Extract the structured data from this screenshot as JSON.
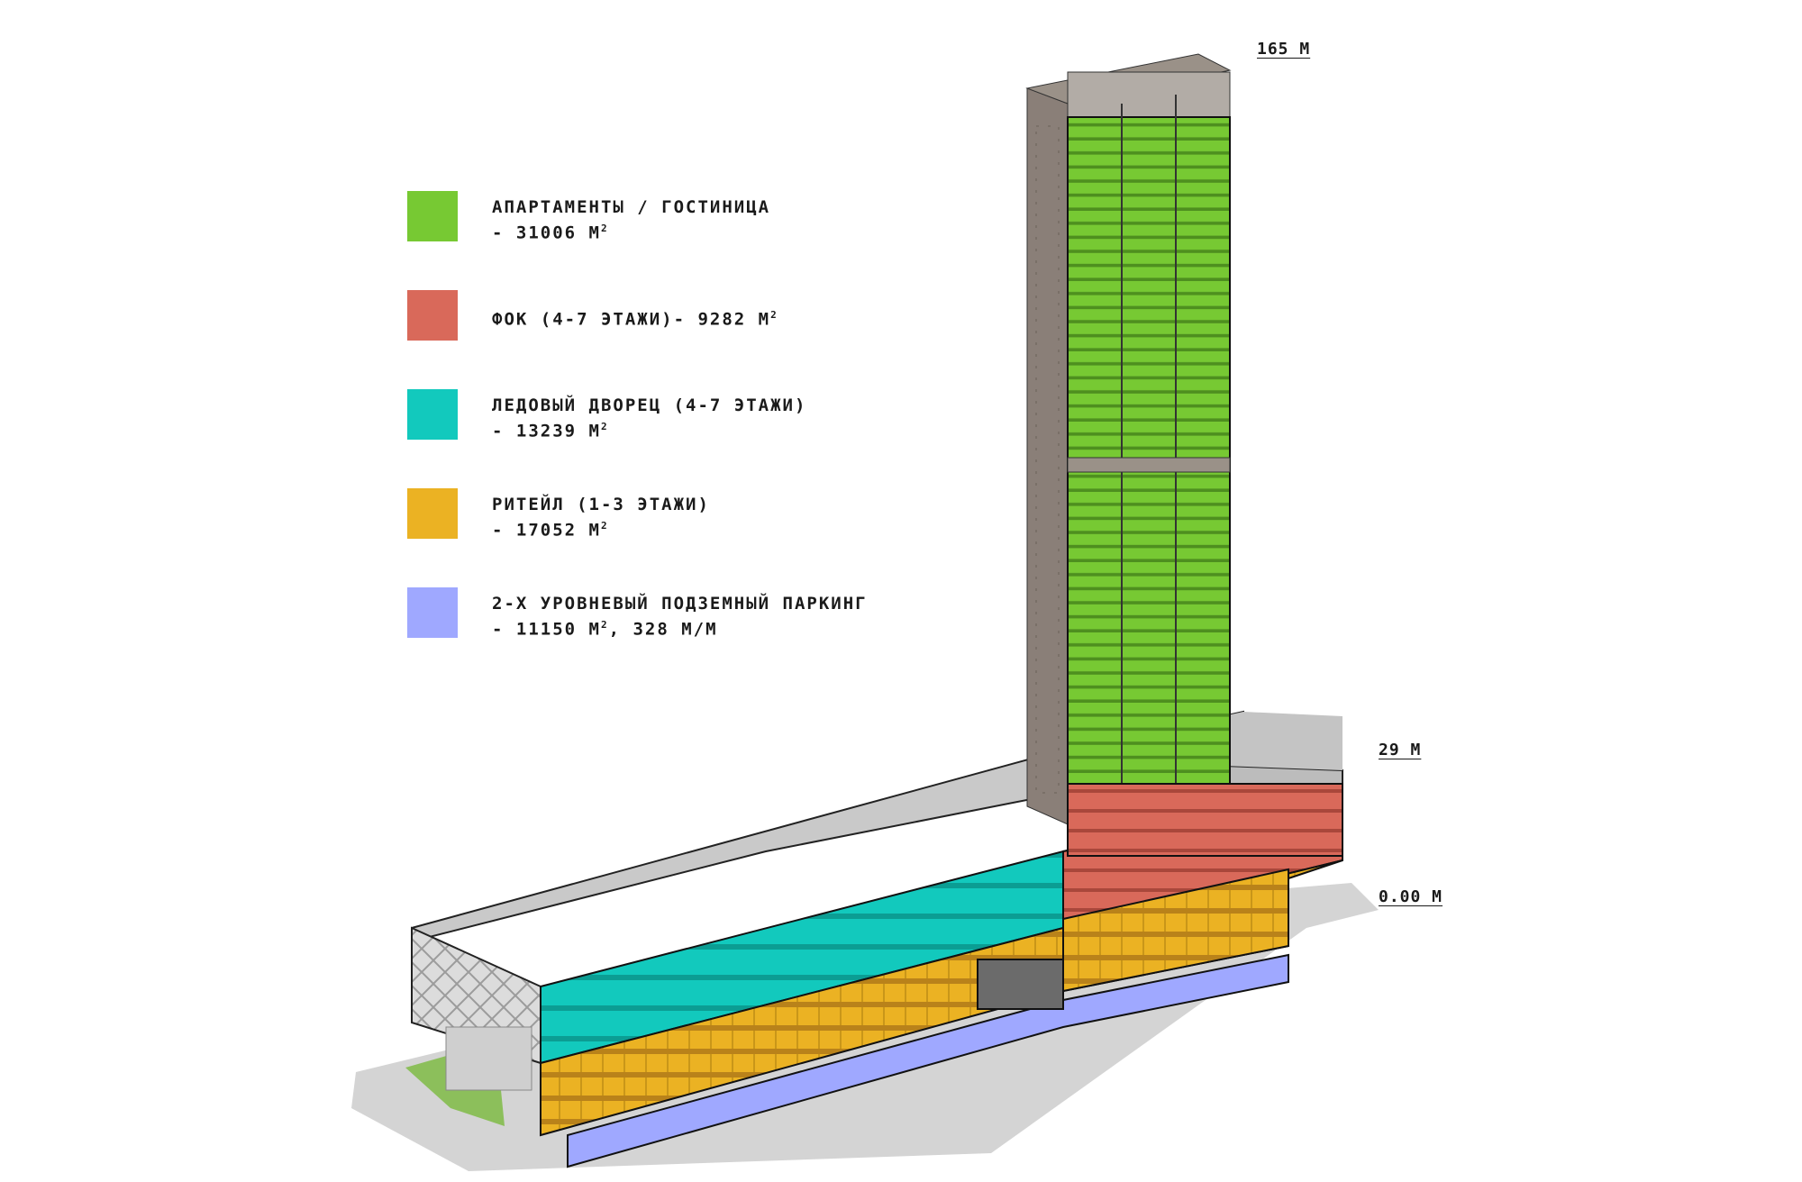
{
  "legend": [
    {
      "line1": "АПАРТАМЕНТЫ / ГОСТИНИЦА",
      "line2": "- 31006 М",
      "sup": "2",
      "line2_after": "",
      "color": "#77c933"
    },
    {
      "line1": "ФОК (4-7 ЭТАЖИ)- 9282 М",
      "line1_sup": "2",
      "color": "#d9695a"
    },
    {
      "line1": "ЛЕДОВЫЙ ДВОРЕЦ (4-7 ЭТАЖИ)",
      "line2": "- 13239 М",
      "sup": "2",
      "line2_after": "",
      "color": "#12c9bd"
    },
    {
      "line1": "РИТЕЙЛ (1-3 ЭТАЖИ)",
      "line2": "- 17052 М",
      "sup": "2",
      "line2_after": "",
      "color": "#ebb223"
    },
    {
      "line1": "2-Х УРОВНЕВЫЙ ПОДЗЕМНЫЙ ПАРКИНГ",
      "line2": "- 11150 М",
      "sup": "2",
      "line2_after": ", 328 М/М",
      "color": "#9fa8ff"
    }
  ],
  "levels": {
    "top": "165 М",
    "podium": "29 М",
    "ground": "0.00 М"
  },
  "colors": {
    "apartments": "#77c933",
    "fitness": "#d9695a",
    "ice_palace": "#12c9bd",
    "retail": "#ebb223",
    "parking": "#9fa8ff",
    "roof": "#c9c9c9",
    "frame": "#8a7f78"
  }
}
